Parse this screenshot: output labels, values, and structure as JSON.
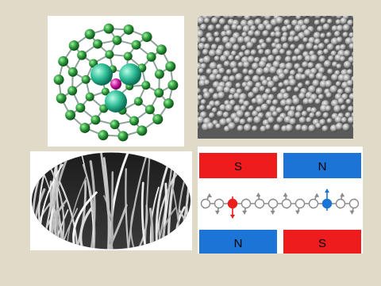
{
  "figure": {
    "background_color": "#e0dbc8",
    "panels": [
      {
        "id": "fullerene",
        "description_icon": "fullerene-cage-icon"
      },
      {
        "id": "sem",
        "description_icon": "nanoparticle-sem-icon"
      },
      {
        "id": "nanowires",
        "description_icon": "nanowire-array-icon"
      },
      {
        "id": "magnet",
        "description_icon": "magnetic-spin-chain-icon"
      }
    ],
    "magnet": {
      "top_left": "S",
      "top_right": "N",
      "bottom_left": "N",
      "bottom_right": "S",
      "red": "#ee1c1c",
      "blue": "#1b74d6"
    }
  }
}
